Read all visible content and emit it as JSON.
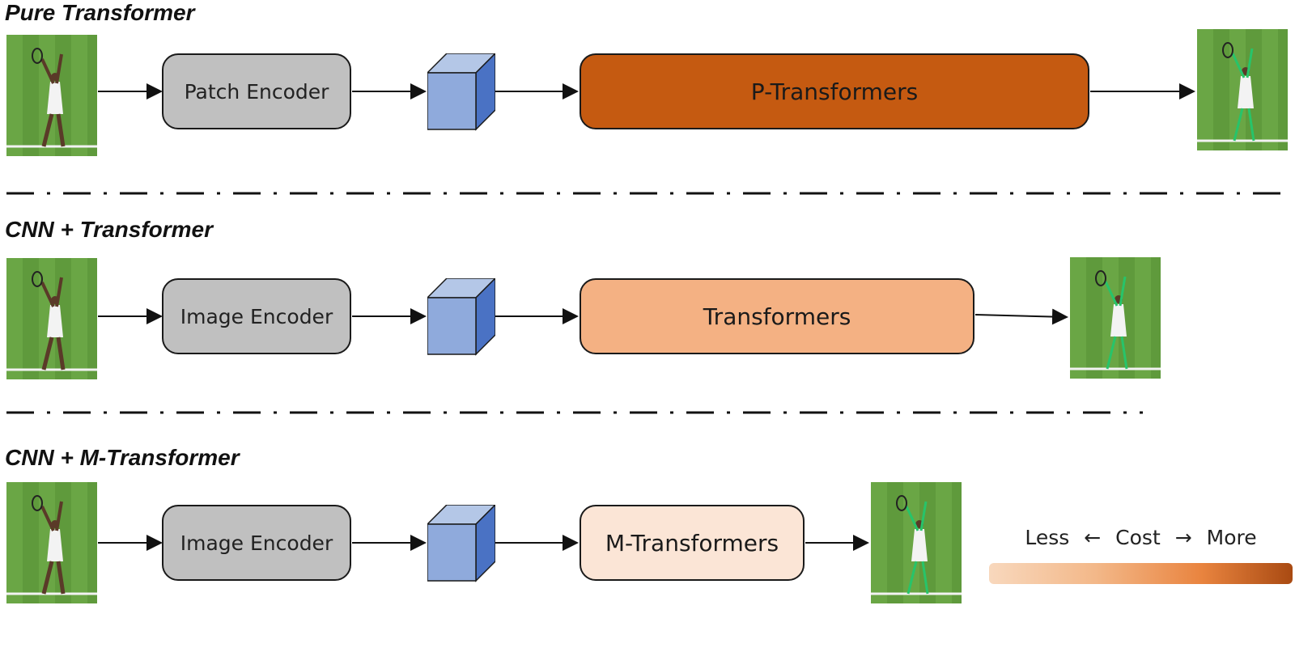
{
  "rows": [
    {
      "title": "Pure Transformer",
      "encoder_label": "Patch Encoder",
      "transformer_label": "P-Transformers",
      "transformer_color": "#c55a11"
    },
    {
      "title": "CNN + Transformer",
      "encoder_label": "Image Encoder",
      "transformer_label": "Transformers",
      "transformer_color": "#f4b183"
    },
    {
      "title": "CNN + M-Transformer",
      "encoder_label": "Image Encoder",
      "transformer_label": "M-Transformers",
      "transformer_color": "#fbe5d6"
    }
  ],
  "legend": {
    "less": "Less",
    "cost": "Cost",
    "more": "More",
    "left_arrow": "←",
    "right_arrow": "→"
  },
  "colors": {
    "encoder": "#c0c0c0",
    "cube_front": "#8faadc",
    "cube_top": "#b4c7e7",
    "cube_side": "#4a72c4"
  },
  "icons": {
    "input_image": "tennis-player-photo",
    "output_image": "tennis-player-pose-photo",
    "feature_map": "feature-cube-icon"
  }
}
